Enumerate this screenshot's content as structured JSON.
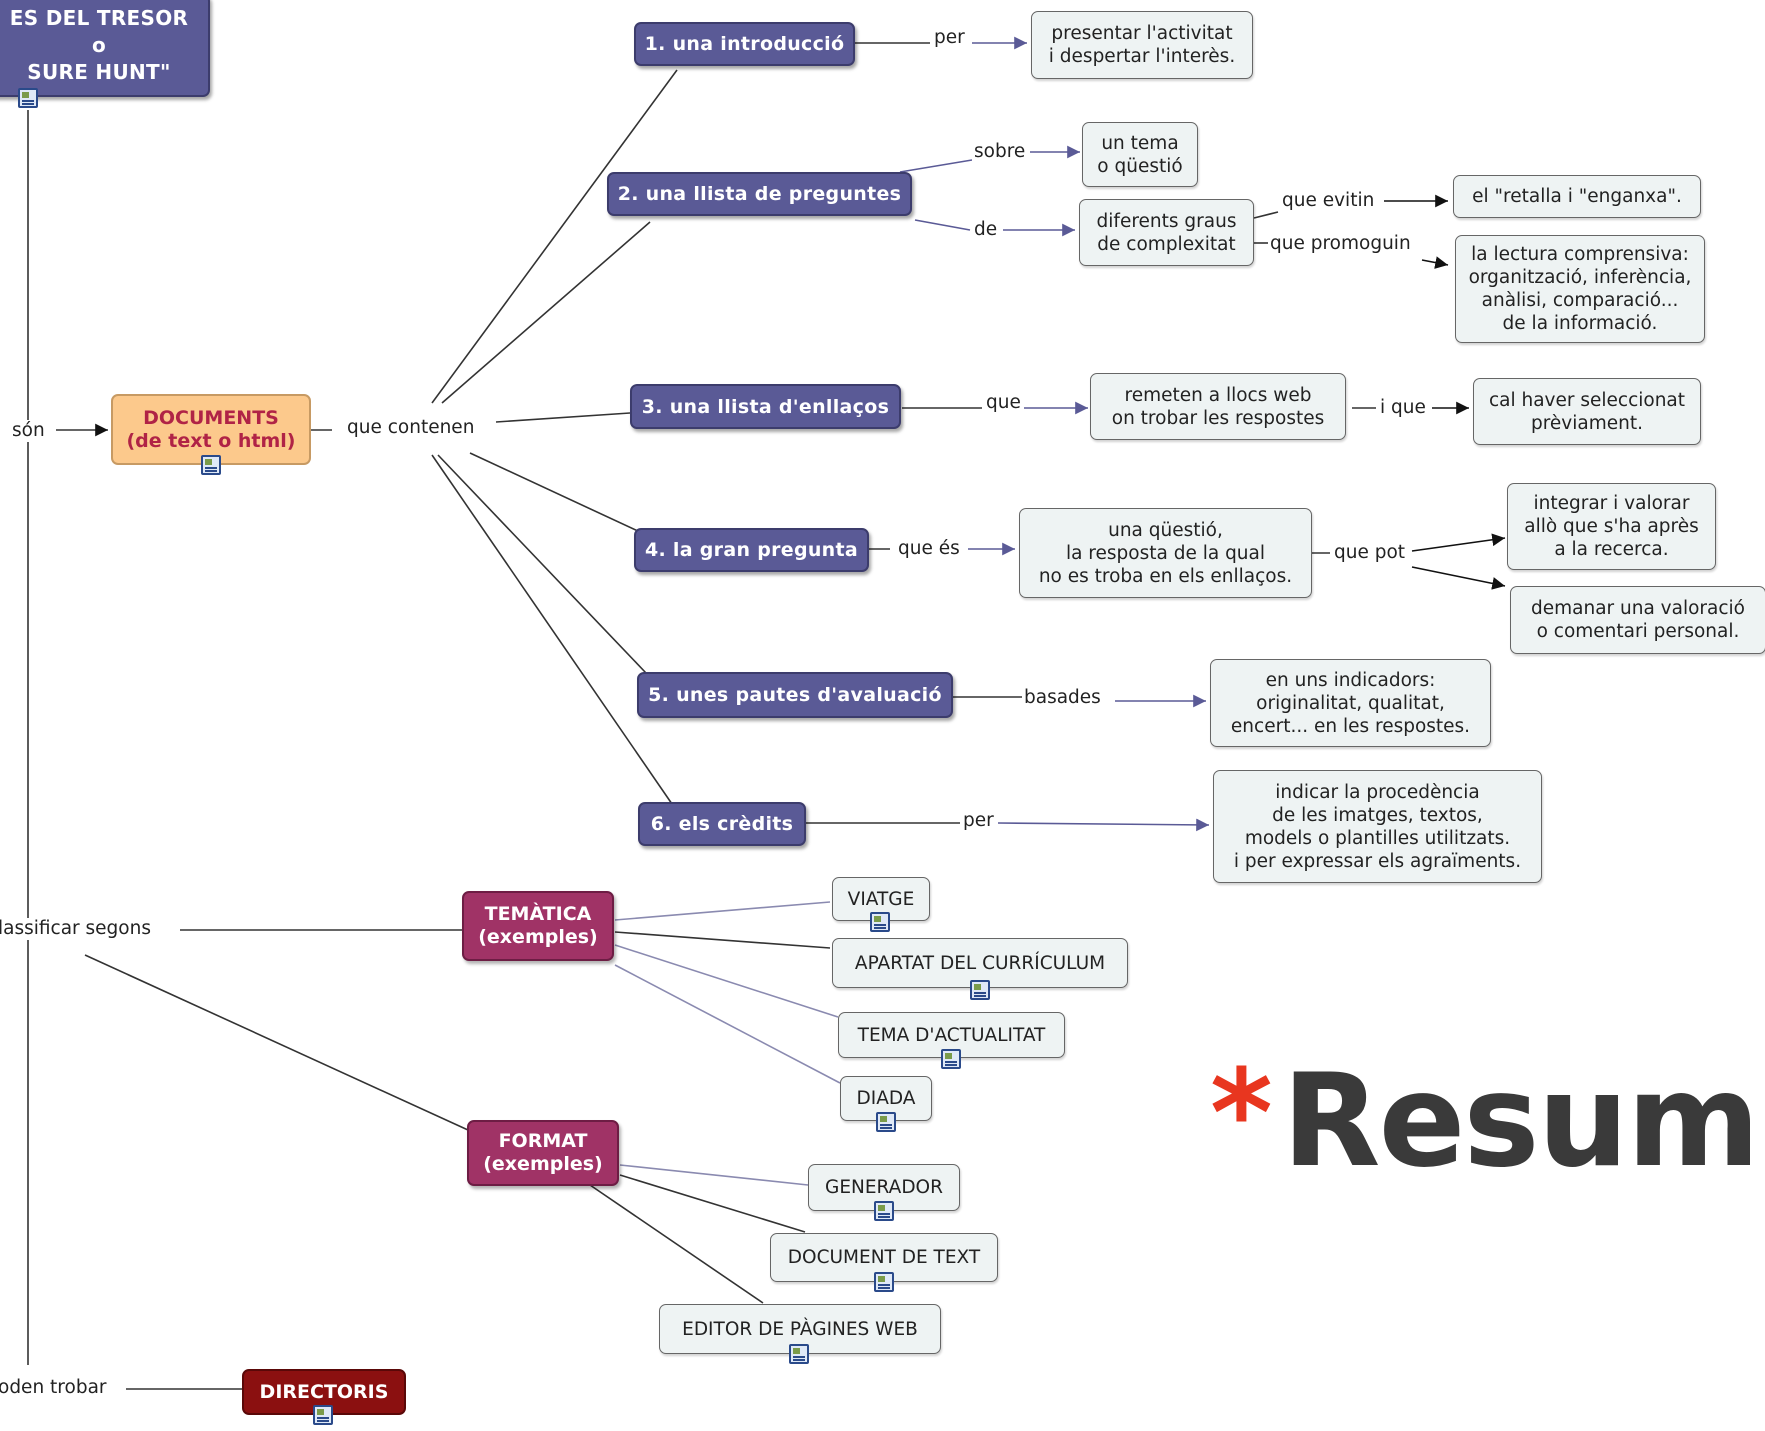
{
  "root": {
    "title": "ES DEL TRESOR\no\nSURE HUNT\""
  },
  "links_from_root": {
    "son": "són",
    "classificar": "lassificar segons",
    "trobar": "oden trobar"
  },
  "documents": {
    "label": "DOCUMENTS\n(de text o html)",
    "link": "que contenen"
  },
  "parts": [
    {
      "label": "1. una introducció"
    },
    {
      "label": "2. una llista de preguntes"
    },
    {
      "label": "3. una llista d'enllaços"
    },
    {
      "label": "4. la gran pregunta"
    },
    {
      "label": "5. unes pautes d'avaluació"
    },
    {
      "label": "6. els crèdits"
    }
  ],
  "details": {
    "per1": "per",
    "presentar": "presentar l'activitat\ni despertar l'interès.",
    "sobre": "sobre",
    "tema": "un tema\no qüestió",
    "de": "de",
    "graus": "diferents graus\nde complexitat",
    "evitin": "que evitin",
    "retalla": "el \"retalla i \"enganxa\".",
    "promoguin": "que promoguin",
    "lectura": "la lectura comprensiva:\norganització, inferència,\nanàlisi, comparació...\nde la informació.",
    "que": "que",
    "remeten": "remeten a llocs web\non trobar les respostes",
    "ique": "i que",
    "seleccionat": "cal haver seleccionat\nprèviament.",
    "quees": "que és",
    "questio": "una qüestió,\nla resposta de la qual\nno es troba en els enllaços.",
    "quepot": "que pot",
    "integrar": "integrar i valorar\nallò que s'ha après\na la recerca.",
    "demanar": "demanar una valoració\no comentari personal.",
    "basades": "basades",
    "indicadors": "en uns indicadors:\noriginalitat, qualitat,\nencert... en les respostes.",
    "per2": "per",
    "indicar": "indicar la procedència\nde les imatges, textos,\nmodels o plantilles utilitzats.\ni per expressar els agraïments."
  },
  "tematica": {
    "label": "TEMÀTICA\n(exemples)",
    "items": [
      "VIATGE",
      "APARTAT DEL CURRÍCULUM",
      "TEMA D'ACTUALITAT",
      "DIADA"
    ]
  },
  "format": {
    "label": "FORMAT\n(exemples)",
    "items": [
      "GENERADOR",
      "DOCUMENT DE TEXT",
      "EDITOR DE PÀGINES WEB"
    ]
  },
  "directoris": {
    "label": "DIRECTORIS"
  },
  "resum": {
    "star": "*",
    "text": "Resum"
  },
  "colors": {
    "part_node": "#5a5a96",
    "documents_node": "#fcc98c",
    "documents_text": "#b02346",
    "category_node": "#a03366",
    "directoris_node": "#8b1010",
    "detail_node": "#eef3f3",
    "resum_star": "#e8361f"
  },
  "icons": [
    "document-icon"
  ]
}
